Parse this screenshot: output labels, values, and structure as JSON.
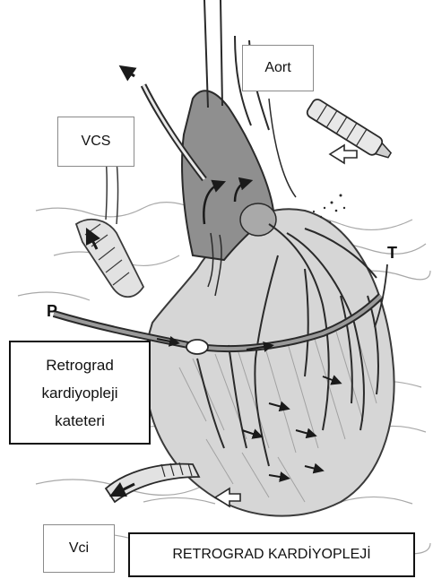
{
  "labels": {
    "aort": "Aort",
    "vcs": "VCS",
    "retrograde_catheter": [
      "Retrograd",
      "kardiyopleji",
      "kateteri"
    ],
    "vci": "Vci",
    "title": "RETROGRAD KARDİYOPLEJİ"
  },
  "markers": {
    "p": "P",
    "t": "T"
  }
}
